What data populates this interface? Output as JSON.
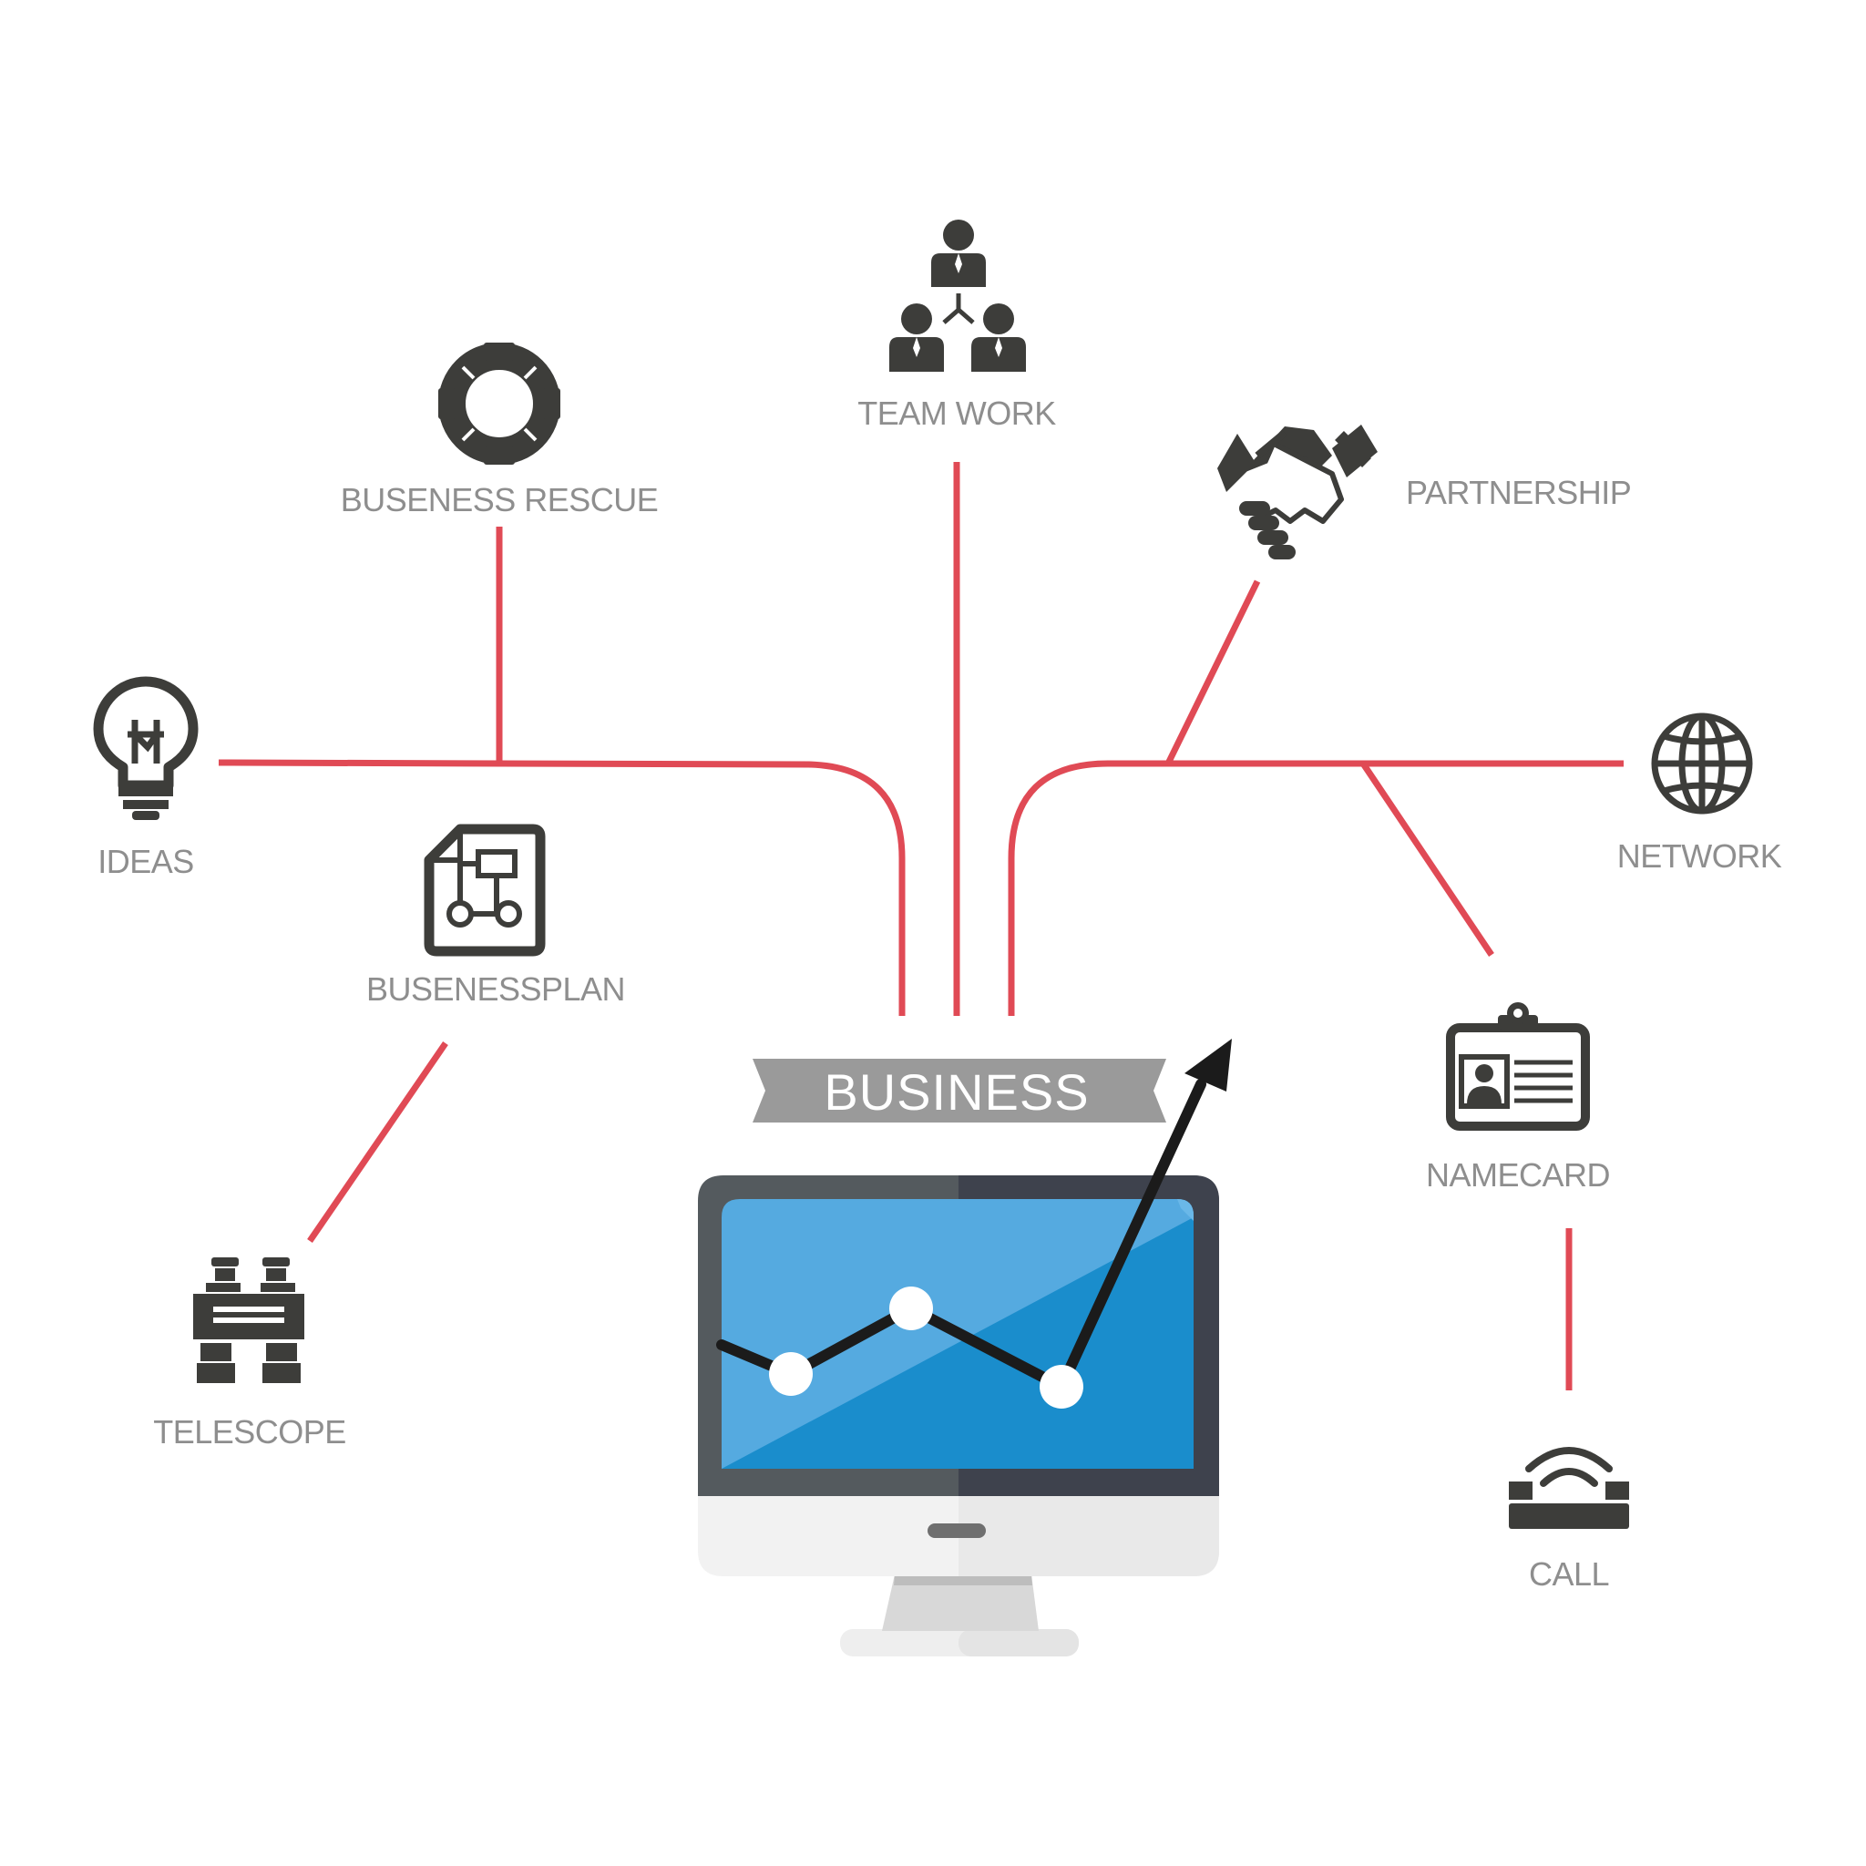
{
  "center": {
    "label": "BUSINESS"
  },
  "nodes": {
    "team_work": {
      "label": "TEAM WORK",
      "icon": "team-hierarchy-icon"
    },
    "business_rescue": {
      "label": "BUSENESS RESCUE",
      "icon": "lifebuoy-icon"
    },
    "partnership": {
      "label": "PARTNERSHIP",
      "icon": "handshake-icon"
    },
    "ideas": {
      "label": "IDEAS",
      "icon": "lightbulb-icon"
    },
    "network": {
      "label": "NETWORK",
      "icon": "globe-icon"
    },
    "business_plan": {
      "label": "BUSENESSPLAN",
      "icon": "flowchart-document-icon"
    },
    "namecard": {
      "label": "NAMECARD",
      "icon": "id-badge-icon"
    },
    "telescope": {
      "label": "TELESCOPE",
      "icon": "binoculars-icon"
    },
    "call": {
      "label": "CALL",
      "icon": "telephone-icon"
    }
  },
  "colors": {
    "connector": "#e04a55",
    "icon": "#3d3d3a",
    "label": "#8e8e8e",
    "ribbon": "#9a9a9a",
    "ribbon_text": "#ffffff",
    "screen_light": "#55aae0",
    "screen_dark": "#1a8dcc",
    "bezel": "#545a5e",
    "bezel_right": "#3e424d",
    "chart_line": "#1b1b1b"
  }
}
